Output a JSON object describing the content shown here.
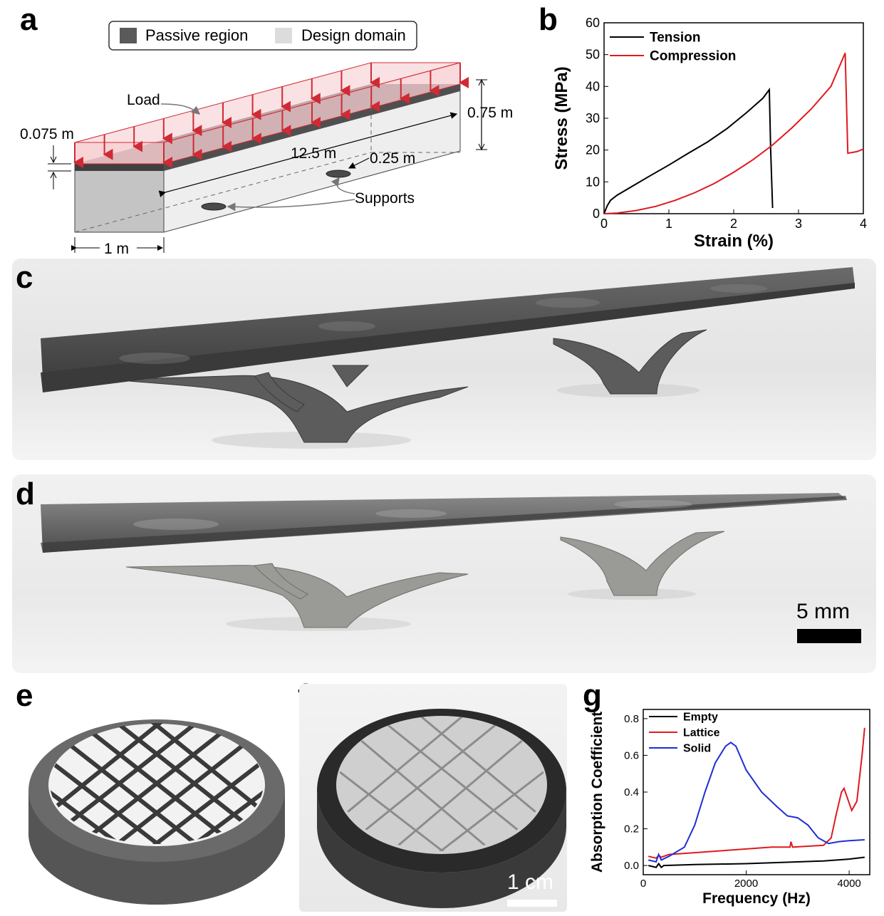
{
  "panels": {
    "a": {
      "letter": "a",
      "legend": {
        "passive": "Passive region",
        "design": "Design domain"
      },
      "labels": {
        "load": "Load",
        "height": "0.75 m",
        "thickness": "0.075 m",
        "length": "12.5 m",
        "support_diameter": "0.25 m",
        "supports": "Supports",
        "width": "1 m"
      },
      "colors": {
        "load": "#d02a35",
        "load_fill": "#f6c9cc",
        "passive": "#5a5a5a",
        "design": "#dcdcdc"
      }
    },
    "b": {
      "letter": "b"
    },
    "c": {
      "letter": "c"
    },
    "d": {
      "letter": "d",
      "scale_bar": "5 mm"
    },
    "e": {
      "letter": "e"
    },
    "f": {
      "letter": "f",
      "scale_bar": "1 cm"
    },
    "g": {
      "letter": "g"
    }
  },
  "chart_data": [
    {
      "type": "line",
      "panel": "b",
      "xlabel": "Strain (%)",
      "ylabel": "Stress (MPa)",
      "xlim": [
        0,
        4
      ],
      "ylim": [
        0,
        60
      ],
      "xticks": [
        0,
        1,
        2,
        3,
        4
      ],
      "yticks": [
        0,
        10,
        20,
        30,
        40,
        50,
        60
      ],
      "legend_position": "top-left",
      "series": [
        {
          "name": "Tension",
          "color": "#000000",
          "x": [
            0,
            0.05,
            0.1,
            0.2,
            0.4,
            0.7,
            1.0,
            1.3,
            1.6,
            1.9,
            2.2,
            2.45,
            2.55,
            2.57,
            2.6
          ],
          "y": [
            0,
            2.5,
            4.2,
            5.8,
            8.2,
            11.8,
            15.3,
            19.0,
            22.6,
            26.8,
            31.8,
            36.3,
            39.0,
            20,
            1.8
          ]
        },
        {
          "name": "Compression",
          "color": "#e0191f",
          "x": [
            0,
            0.2,
            0.5,
            0.8,
            1.1,
            1.4,
            1.7,
            2.0,
            2.3,
            2.6,
            2.9,
            3.2,
            3.5,
            3.72,
            3.74,
            3.76,
            3.9,
            4.0
          ],
          "y": [
            0,
            0.2,
            1.0,
            2.3,
            4.2,
            6.6,
            9.5,
            13.0,
            17.0,
            21.6,
            27.0,
            33.0,
            40.0,
            50.5,
            35,
            19,
            19.5,
            20.3
          ]
        }
      ]
    },
    {
      "type": "line",
      "panel": "g",
      "xlabel": "Frequency (Hz)",
      "ylabel": "Absorption Coefficient",
      "xlim": [
        0,
        4400
      ],
      "ylim": [
        -0.05,
        0.85
      ],
      "xticks": [
        0,
        2000,
        4000
      ],
      "yticks": [
        0.0,
        0.2,
        0.4,
        0.6,
        0.8
      ],
      "legend_position": "top-left",
      "series": [
        {
          "name": "Empty",
          "color": "#000000",
          "x": [
            100,
            250,
            300,
            350,
            400,
            1000,
            2000,
            3000,
            3500,
            4000,
            4300
          ],
          "y": [
            0.0,
            -0.01,
            0.01,
            -0.01,
            0.0,
            0.005,
            0.01,
            0.02,
            0.025,
            0.035,
            0.045
          ]
        },
        {
          "name": "Lattice",
          "color": "#e0191f",
          "x": [
            100,
            250,
            300,
            350,
            500,
            1000,
            1500,
            2000,
            2500,
            2850,
            2870,
            2900,
            3200,
            3500,
            3650,
            3750,
            3850,
            3900,
            3950,
            4050,
            4150,
            4250,
            4300
          ],
          "y": [
            0.05,
            0.04,
            0.055,
            0.045,
            0.06,
            0.07,
            0.08,
            0.09,
            0.1,
            0.1,
            0.13,
            0.1,
            0.105,
            0.11,
            0.15,
            0.28,
            0.4,
            0.42,
            0.38,
            0.3,
            0.35,
            0.6,
            0.75
          ]
        },
        {
          "name": "Solid",
          "color": "#1f2fd4",
          "x": [
            100,
            250,
            300,
            350,
            500,
            800,
            1000,
            1200,
            1400,
            1600,
            1700,
            1800,
            2000,
            2300,
            2600,
            2800,
            3000,
            3200,
            3400,
            3600,
            3800,
            4000,
            4300
          ],
          "y": [
            0.03,
            0.02,
            0.06,
            0.03,
            0.05,
            0.1,
            0.22,
            0.4,
            0.56,
            0.65,
            0.67,
            0.65,
            0.52,
            0.4,
            0.32,
            0.27,
            0.26,
            0.22,
            0.15,
            0.12,
            0.13,
            0.135,
            0.14
          ]
        }
      ]
    }
  ]
}
